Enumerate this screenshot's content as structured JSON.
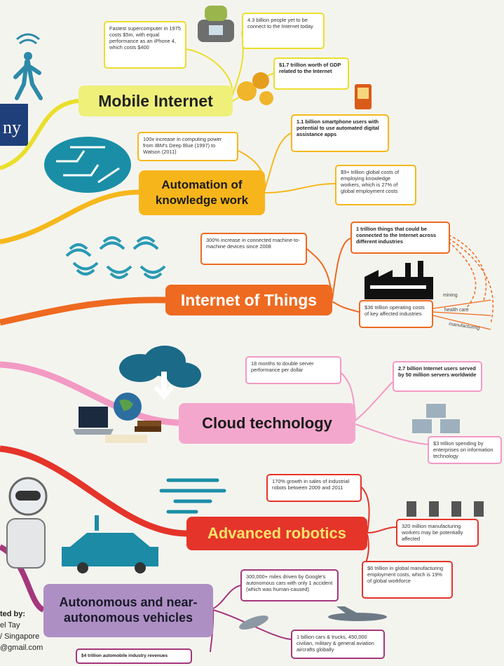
{
  "branches": {
    "mobile": {
      "title": "Mobile Internet",
      "facts": [
        "Fastest supercomputer in 1975 costs $5m, with equal performance as an iPhone 4, which costs $400",
        "4.3 billion people yet to be connect to the Internet today",
        "$1.7 trillion worth of GDP related to the Internet"
      ]
    },
    "automation": {
      "title_line1": "Automation of",
      "title_line2": "knowledge work",
      "facts": [
        "1.1 billion smartphone users with potential to use automated digital assistance apps",
        "100x increase in computing power from IBM's Deep Blue (1997) to Watson (2011)",
        "$9+ trillion global costs of employing knowledge workers, which is 27% of global employment costs"
      ]
    },
    "iot": {
      "title": "Internet of Things",
      "facts": [
        "300% increase in connected machine-to-machine devices since 2008",
        "1 trillion things that could be connected to the Internet across different industries",
        "$36 trillion operating costs of key affected industries"
      ],
      "industries": [
        "mining",
        "health care",
        "manufacturing"
      ]
    },
    "cloud": {
      "title": "Cloud technology",
      "facts": [
        "18 months to double server performance per dollar",
        "2.7 billion Internet users served by 50 million servers worldwide",
        "$3 trillion spending by enterprises on information technology"
      ]
    },
    "robotics": {
      "title": "Advanced robotics",
      "facts": [
        "170% growth in sales of industrial robots between 2009 and 2011",
        "320 million manufacturing workers may be potentially affected",
        "$6 trillion in global manufacturing employment costs, which is 19% of global workforce"
      ]
    },
    "vehicles": {
      "title_line1": "Autonomous and near-",
      "title_line2": "autonomous vehicles",
      "facts": [
        "300,000+ miles driven by Google's autonomous cars with only 1 accident (which was human-caused)",
        "$4 trillion automobile industry revenues",
        "1 billion cars & trucks, 450,000 civilian, military & general aviation aircrafts globally"
      ]
    }
  },
  "side": {
    "logo_fragment": "ny"
  },
  "credits": {
    "line1": "ted by:",
    "line2": "el Tay",
    "line3": "/ Singapore",
    "line4": "@gmail.com"
  },
  "colors": {
    "mobile": "#eadf2a",
    "automation": "#f5b81c",
    "iot": "#ee6a20",
    "cloud": "#f29ac4",
    "robotics": "#e5342a",
    "vehicles": "#a5377c"
  }
}
